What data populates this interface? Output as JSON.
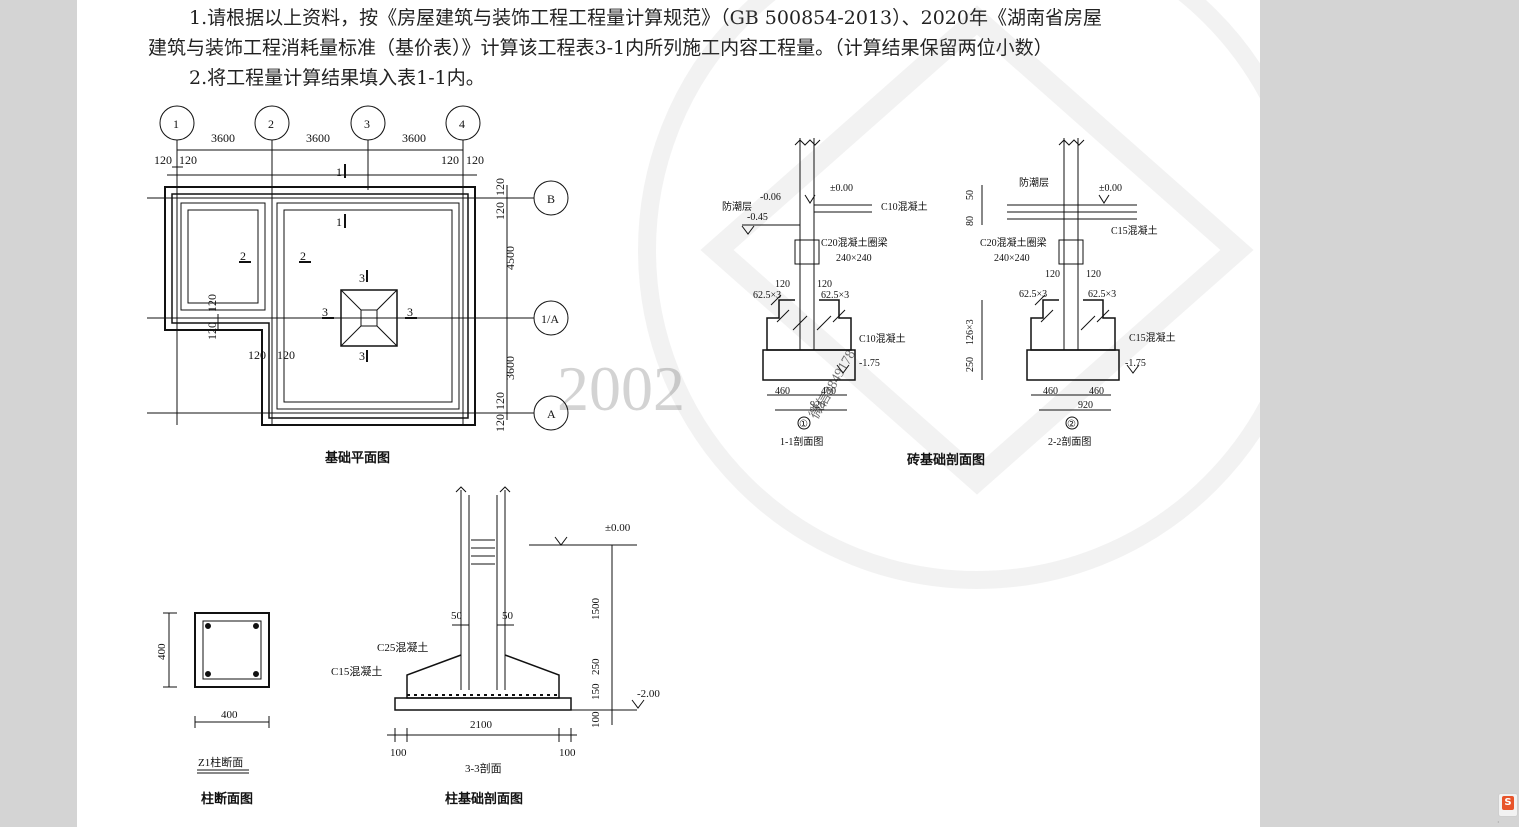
{
  "doc": {
    "para1_line1": "1.请根据以上资料，按《房屋建筑与装饰工程工程量计算规范》（GB 500854-2013）、2020年《湖南省房屋",
    "para1_line2": "建筑与装饰工程消耗量标准（基价表）》计算该工程表3-1内所列施工内容工程量。（计算结果保留两位小数）",
    "para2": "2.将工程量计算结果填入表1-1内。"
  },
  "plan": {
    "caption": "基础平面图",
    "axes": [
      "1",
      "2",
      "3",
      "4"
    ],
    "row_axes": [
      "B",
      "1/A",
      "A"
    ],
    "spans": [
      "3600",
      "3600",
      "3600"
    ],
    "offset": "120",
    "row_dims": [
      "120",
      "120",
      "4500",
      "3600",
      "120",
      "120"
    ],
    "section_marks": [
      "1",
      "1",
      "2",
      "2",
      "3",
      "3",
      "3",
      "3"
    ]
  },
  "brick_sections": {
    "caption": "砖基础剖面图",
    "s1": {
      "title": "1-1剖面图",
      "marker": "①",
      "dpc": "防潮层",
      "lvl1": "-0.06",
      "lvl2": "-0.45",
      "zero": "±0.00",
      "conc_top": "C10混凝土",
      "beam": "C20混凝土圈梁",
      "beam_size": "240×240",
      "w1": "120",
      "w2": "120",
      "step_l": "62.5×3",
      "step_r": "62.5×3",
      "conc_bot": "C10混凝土",
      "bot": "-1.75",
      "d1": "460",
      "d2": "460",
      "d3": "920"
    },
    "s2": {
      "title": "2-2剖面图",
      "marker": "②",
      "dpc": "防潮层",
      "zero": "±0.00",
      "h50": "50",
      "h80": "80",
      "conc_top": "C15混凝土",
      "beam": "C20混凝土圈梁",
      "beam_size": "240×240",
      "w1": "120",
      "w2": "120",
      "step_l": "62.5×3",
      "step_r": "62.5×3",
      "h126": "126×3",
      "h250": "250",
      "conc_bot": "C15混凝土",
      "bot": "-1.75",
      "d1": "460",
      "d2": "460",
      "d3": "920"
    }
  },
  "column": {
    "caption": "柱断面图",
    "label": "Z1柱断面",
    "w": "400",
    "h": "400"
  },
  "column_footing": {
    "caption": "柱基础剖面图",
    "title": "3-3剖面",
    "zero": "±0.00",
    "bot": "-2.00",
    "c25": "C25混凝土",
    "c15": "C15混凝土",
    "d50a": "50",
    "d50b": "50",
    "h1500": "1500",
    "h250": "250",
    "h150": "150",
    "h100": "100",
    "w2100": "2100",
    "w100a": "100",
    "w100b": "100"
  },
  "watermark": {
    "number": "2002",
    "diag": "微信3849178"
  },
  "colors": {
    "viewer_bg": "#d4d4d4",
    "page_bg": "#ffffff",
    "ink": "#111111",
    "accent": "#e8542a"
  }
}
